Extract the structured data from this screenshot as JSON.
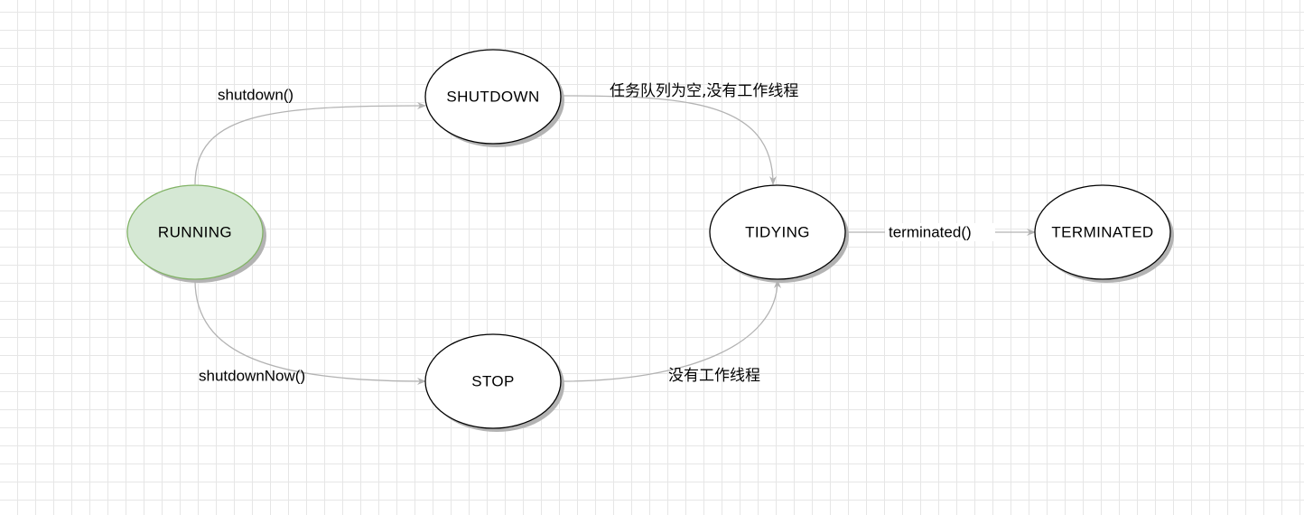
{
  "diagram": {
    "nodes": {
      "running": {
        "label": "RUNNING",
        "fill": "#d5e8d4",
        "stroke": "#82b366"
      },
      "shutdown": {
        "label": "SHUTDOWN",
        "fill": "#ffffff",
        "stroke": "#000000"
      },
      "stop": {
        "label": "STOP",
        "fill": "#ffffff",
        "stroke": "#000000"
      },
      "tidying": {
        "label": "TIDYING",
        "fill": "#ffffff",
        "stroke": "#000000"
      },
      "terminated": {
        "label": "TERMINATED",
        "fill": "#ffffff",
        "stroke": "#000000"
      }
    },
    "edges": {
      "running_to_shutdown": {
        "label": "shutdown()"
      },
      "running_to_stop": {
        "label": "shutdownNow()"
      },
      "shutdown_to_tidying": {
        "label": "任务队列为空,没有工作线程"
      },
      "stop_to_tidying": {
        "label": "没有工作线程"
      },
      "tidying_to_terminated": {
        "label": "terminated()"
      }
    },
    "colors": {
      "edge": "#b3b3b3",
      "shadow": "#b3b3b3",
      "grid": "#e6e6e6"
    }
  }
}
